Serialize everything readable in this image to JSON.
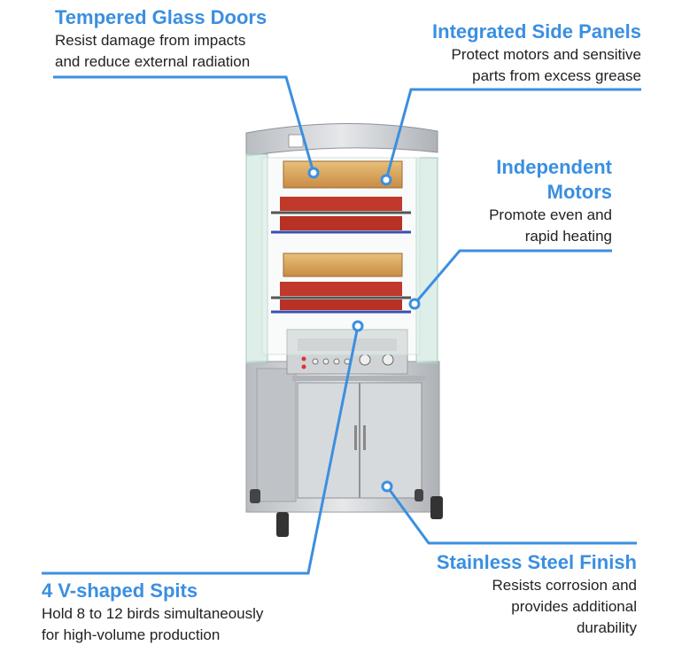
{
  "callouts": {
    "doors": {
      "title": "Tempered Glass Doors",
      "desc1": "Resist damage from impacts",
      "desc2": "and reduce external radiation"
    },
    "panels": {
      "title": "Integrated Side Panels",
      "desc1": "Protect motors and sensitive",
      "desc2": "parts from excess grease"
    },
    "motors": {
      "title1": "Independent",
      "title2": "Motors",
      "desc1": "Promote even and",
      "desc2": "rapid heating"
    },
    "spits": {
      "title": "4 V-shaped Spits",
      "desc1": "Hold 8 to 12 birds simultaneously",
      "desc2": "for high-volume production"
    },
    "steel": {
      "title": "Stainless Steel Finish",
      "desc1": "Resists corrosion and",
      "desc2": "provides additional",
      "desc3": "durability"
    }
  },
  "colors": {
    "accent": "#3b8fe0",
    "text": "#222222",
    "steel": "#c9ccd0",
    "chicken": "#c0392b",
    "heater": "#d9a35c"
  }
}
